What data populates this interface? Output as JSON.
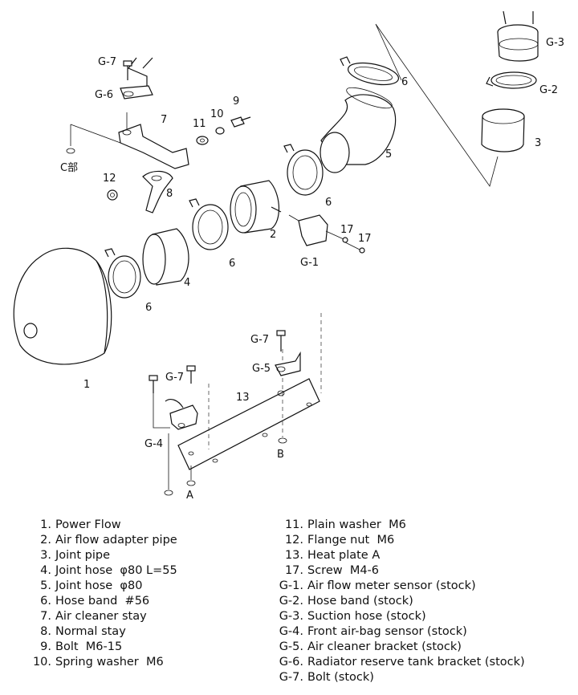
{
  "callouts": {
    "n1": "1",
    "n2": "2",
    "n3": "3",
    "n4": "4",
    "n5": "5",
    "n6a": "6",
    "n6b": "6",
    "n6c": "6",
    "n6d": "6",
    "n7": "7",
    "n8": "8",
    "n9": "9",
    "n10": "10",
    "n11": "11",
    "n12": "12",
    "n13": "13",
    "n17a": "17",
    "n17b": "17",
    "g1": "G-1",
    "g2": "G-2",
    "g3": "G-3",
    "g4": "G-4",
    "g5": "G-5",
    "g6": "G-6",
    "g7a": "G-7",
    "g7b": "G-7",
    "g7c": "G-7",
    "c_part": "C部",
    "point_a": "A",
    "point_b": "B"
  },
  "legend": {
    "left": [
      {
        "no": "1.",
        "text": "Power Flow"
      },
      {
        "no": "2.",
        "text": "Air flow adapter pipe"
      },
      {
        "no": "3.",
        "text": "Joint pipe"
      },
      {
        "no": "4.",
        "text": "Joint hose  φ80 L=55"
      },
      {
        "no": "5.",
        "text": "Joint hose  φ80"
      },
      {
        "no": "6.",
        "text": "Hose band  #56"
      },
      {
        "no": "7.",
        "text": "Air cleaner stay"
      },
      {
        "no": "8.",
        "text": "Normal stay"
      },
      {
        "no": "9.",
        "text": "Bolt  M6-15"
      },
      {
        "no": "10.",
        "text": "Spring washer  M6"
      }
    ],
    "right": [
      {
        "no": "11.",
        "text": "Plain washer  M6"
      },
      {
        "no": "12.",
        "text": "Flange nut  M6"
      },
      {
        "no": "13.",
        "text": "Heat plate A"
      },
      {
        "no": "17.",
        "text": "Screw  M4-6"
      },
      {
        "no": "G-1.",
        "text": "Air flow meter sensor (stock)"
      },
      {
        "no": "G-2.",
        "text": "Hose band (stock)"
      },
      {
        "no": "G-3.",
        "text": "Suction hose (stock)"
      },
      {
        "no": "G-4.",
        "text": "Front air-bag sensor (stock)"
      },
      {
        "no": "G-5.",
        "text": "Air cleaner bracket (stock)"
      },
      {
        "no": "G-6.",
        "text": "Radiator reserve tank bracket (stock)"
      },
      {
        "no": "G-7.",
        "text": "Bolt (stock)"
      }
    ]
  }
}
